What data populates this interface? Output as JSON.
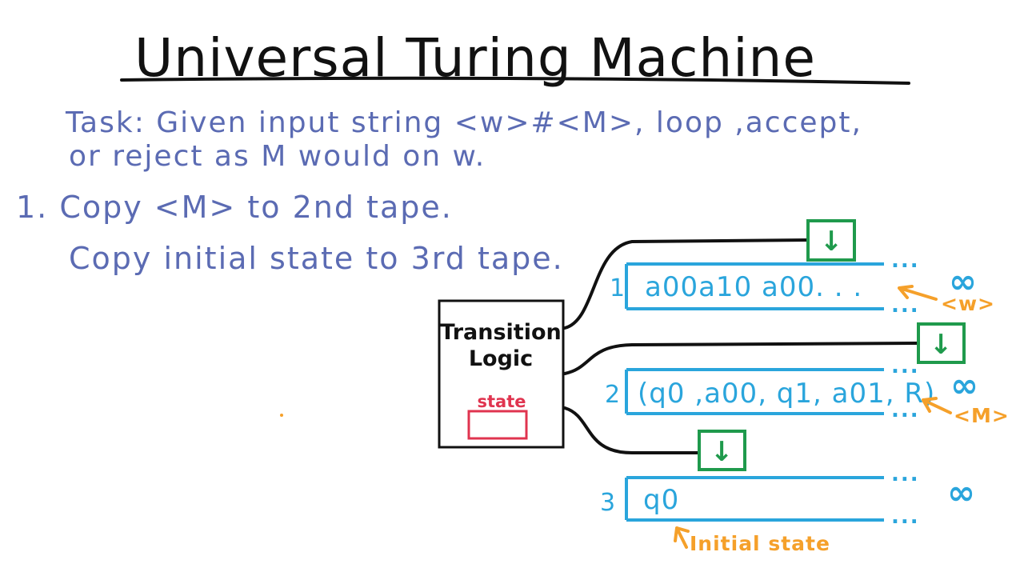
{
  "title": "Universal Turing Machine",
  "task": {
    "line1": "Task: Given input string  <w>#<M>, loop ,accept,",
    "line2": "or reject as M would on w."
  },
  "steps": {
    "step1": "1. Copy <M>  to 2nd tape.",
    "step1b": "Copy initial state to 3rd tape."
  },
  "logic_box": {
    "line1": "Transition",
    "line2": "Logic",
    "state_label": "state"
  },
  "tapes": [
    {
      "number": "1",
      "content": "a00a10 a00. . .",
      "dots": "...",
      "infinity": "∞",
      "annotation": "<w>"
    },
    {
      "number": "2",
      "content": "(q0 ,a00, q1, a01, R)",
      "dots": "...",
      "infinity": "∞",
      "annotation": "<M>"
    },
    {
      "number": "3",
      "content": "q0",
      "dots": "...",
      "infinity": "∞",
      "annotation": "Initial state"
    }
  ],
  "head_symbol": "↓",
  "colors": {
    "title": "#111111",
    "handwriting_blue": "#5b6bb3",
    "tape": "#2aa5dc",
    "head": "#1f9a4c",
    "annotation": "#f5a02a",
    "state": "#e0344f"
  }
}
